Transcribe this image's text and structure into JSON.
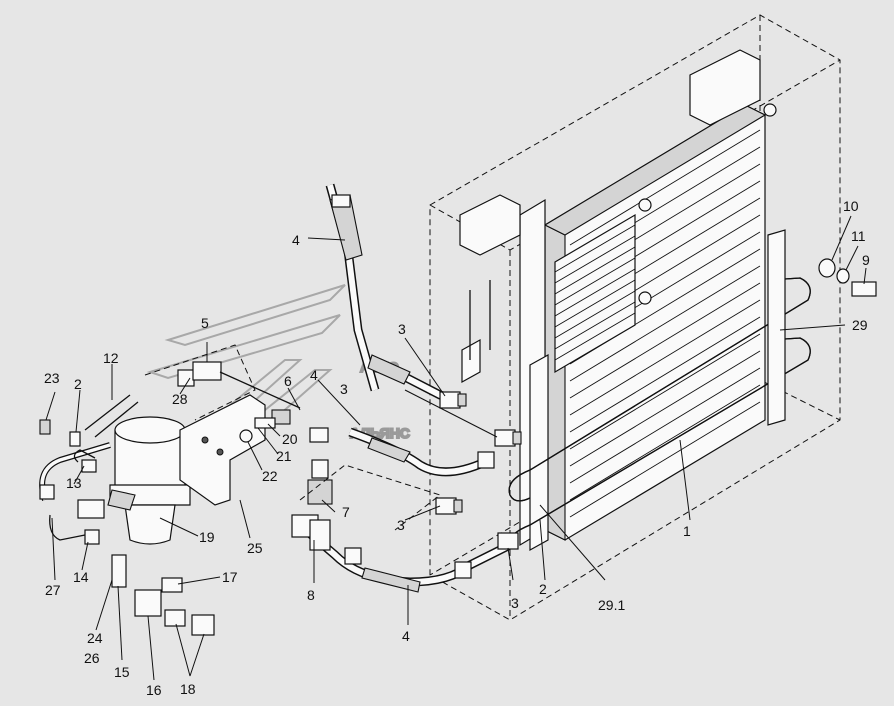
{
  "watermark": {
    "line1": "АВТО",
    "line2": "АЛЬЯНС"
  },
  "callouts": {
    "c1": "1",
    "c2a": "2",
    "c2b": "2",
    "c3a": "3",
    "c3b": "3",
    "c3c": "3",
    "c3d": "3",
    "c4a": "4",
    "c4b": "4",
    "c4c": "4",
    "c5": "5",
    "c6": "6",
    "c7": "7",
    "c8": "8",
    "c9": "9",
    "c10": "10",
    "c11": "11",
    "c12": "12",
    "c13": "13",
    "c14": "14",
    "c15": "15",
    "c16": "16",
    "c17": "17",
    "c18": "18",
    "c19": "19",
    "c20": "20",
    "c21": "21",
    "c22": "22",
    "c23": "23",
    "c24": "24",
    "c25": "25",
    "c26": "26",
    "c27": "27",
    "c28": "28",
    "c29": "29",
    "c291": "29.1"
  }
}
